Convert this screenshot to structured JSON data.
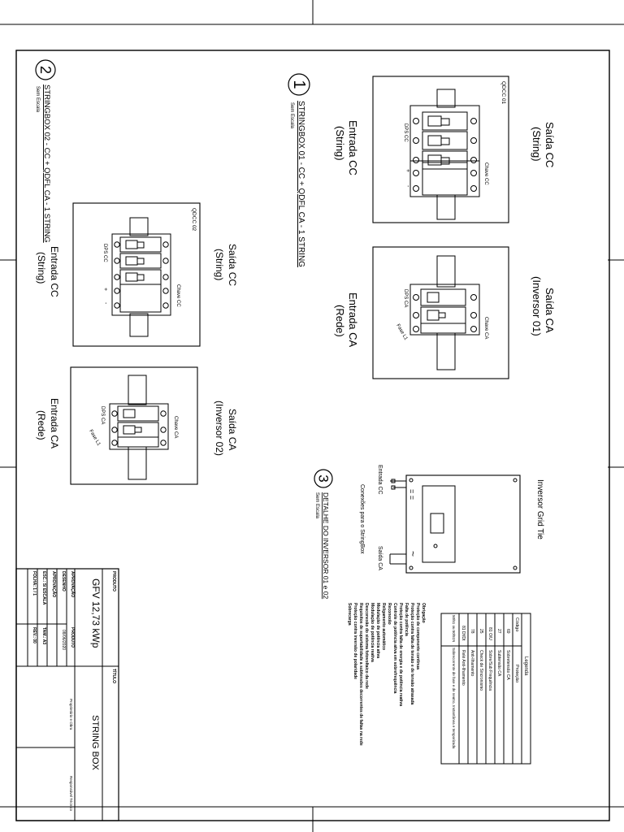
{
  "views": {
    "v1": {
      "num": "1",
      "title": "STRINGBOX 01 - CC + QDFL CA - 1 STRING",
      "scale": "Sem Escala"
    },
    "v2": {
      "num": "2",
      "title": "STRINGBOX 02 - CC + QDFL CA - 1 STRING",
      "scale": "Sem Escala"
    },
    "v3": {
      "num": "3",
      "title": "DETALHE DO INVERSOR 01 e 02",
      "scale": "Sem Escala"
    }
  },
  "panels": {
    "qdcc01": {
      "id": "QDCC 01",
      "saida": [
        "Saída CC",
        "(String)"
      ],
      "entrada": [
        "Entrada CC",
        "(String)"
      ],
      "dps": "DPS CC",
      "chave": "Chave CC",
      "plus": "+",
      "minus": "-"
    },
    "qdca01": {
      "saida": [
        "Saída CA",
        "(Inversor 01)"
      ],
      "entrada": [
        "Entrada CA",
        "(Rede)"
      ],
      "dps": "DPS CA",
      "chave": "Chave CA",
      "fase": "Fase L1"
    },
    "qdcc02": {
      "id": "QDCC 02",
      "saida": [
        "Saída CC",
        "(String)"
      ],
      "entrada": [
        "Entrada CC",
        "(String)"
      ],
      "dps": "DPS CC",
      "chave": "Chave CC",
      "plus": "+",
      "minus": "-"
    },
    "qdca02": {
      "saida": [
        "Saída CA",
        "(Inversor 02)"
      ],
      "entrada": [
        "Entrada CA",
        "(Rede)"
      ],
      "dps": "DPS CA",
      "chave": "Chave CA",
      "fase": "Fase L1"
    }
  },
  "inverter": {
    "title": "Inversor Grid Tie",
    "entrada": "Entrada CC",
    "saida": "Saída CA",
    "conexoes": "Conexões para o StringBox"
  },
  "legend": {
    "title": "Legenda",
    "headers": [
      "Código",
      "Proteção"
    ],
    "rows": [
      [
        "69",
        "Sobretensão CA"
      ],
      [
        "27",
        "Subtensão CA"
      ],
      [
        "81 O/U",
        "Sobre/Sub Frequência"
      ],
      [
        "25",
        "Check de Sincronismo"
      ],
      [
        "78",
        "Anti-Ilhamento"
      ],
      [
        "81 Df/Dt",
        "Relé Anti-Ilhamento"
      ],
      [
        "50/51 ou 50/51N",
        "Sobrecorrente de fase e de neutro, Instantânea e temporizada"
      ]
    ]
  },
  "notes": [
    "Obrigação",
    "Proteção de componente contínua",
    "Proteção contra falta de tensão e de tensão atrasada",
    "Falta de potência",
    "Proteção contra falta de energia e de potência reativa",
    "Controle de potência ativa em sobrefrequência",
    "Reconexão",
    "Religamento automático",
    "Modulação de potência ativa",
    "Modulação de potência reativa",
    "Desconexão do sistema fotovoltaico da rede",
    "Requisitos de suportabilidade a subtensões decorrentes de faltas na rede",
    "Proteção contra inversão de polaridade",
    "Sobrecarga"
  ],
  "titleblock": {
    "produto_label": "PRODUTO",
    "produto_value": "GFV 12,73 kWp",
    "aprovacao_label": "APROVAÇÃO",
    "produto_small": "PRODUTO",
    "desenho_label": "DESENHO",
    "data_value": "08/06/2020",
    "aprov_label": "APROVAÇÃO",
    "escala_label": "ESC.: S/ ESCALA",
    "tam_label": "TAM.: A3",
    "folha_label": "FOLHA: 1 / 1",
    "rev_label": "REV.: 00",
    "titulo_label": "TÍTULO",
    "titulo_value": "STRING BOX",
    "proprietario_label": "Proprietário e Obra",
    "resp_label": "Responsável Técnico"
  }
}
